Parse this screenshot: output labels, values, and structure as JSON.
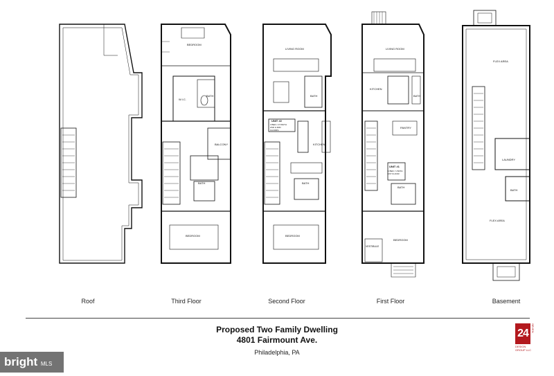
{
  "floors": [
    {
      "key": "roof",
      "label": "Roof"
    },
    {
      "key": "third",
      "label": "Third Floor"
    },
    {
      "key": "second",
      "label": "Second Floor"
    },
    {
      "key": "first",
      "label": "First Floor"
    },
    {
      "key": "basement",
      "label": "Basement"
    }
  ],
  "rooms": {
    "third_bedroom_top": "BEDROOM",
    "third_wic": "W.I.C.",
    "third_bath_top": "BATH",
    "third_balcony": "BALCONY",
    "third_bath_mid": "BATH",
    "third_bedroom_bottom": "BEDROOM",
    "second_living": "LIVING ROOM",
    "second_bath_top": "BATH",
    "second_unit_title": "UNIT #2",
    "second_unit_line1": "3 BED / 2.5 BATH",
    "second_unit_line2": "2ND & 3RD",
    "second_unit_line3": "FLOORS",
    "second_kitchen": "KITCHEN",
    "second_bath_mid": "BATH",
    "second_bedroom_bottom": "BEDROOM",
    "first_living": "LIVING ROOM",
    "first_kitchen": "KITCHEN",
    "first_bath_top": "BATH",
    "first_pantry": "PANTRY",
    "first_unit_title": "UNIT #1",
    "first_unit_line1": "1 BED / 1 BATH",
    "first_unit_line2": "1ST FLOOR",
    "first_bath_mid": "BATH",
    "first_vestibule": "VESTIBULE",
    "first_bedroom": "BEDROOM",
    "basement_flex_top": "FLEX AREA",
    "basement_laundry": "LAUNDRY",
    "basement_bath": "BATH",
    "basement_flex_bottom": "FLEX AREA"
  },
  "title_block": {
    "line1": "Proposed Two Family Dwelling",
    "line2": "4801 Fairmount Ave.",
    "line3": "Philadelphia, PA"
  },
  "logo": {
    "number": "24",
    "side_text": "SEVEN",
    "sub_text": "DESIGN GROUP LLC",
    "color": "#b3191e"
  },
  "watermark": {
    "brand": "bright",
    "suffix": "MLS"
  }
}
